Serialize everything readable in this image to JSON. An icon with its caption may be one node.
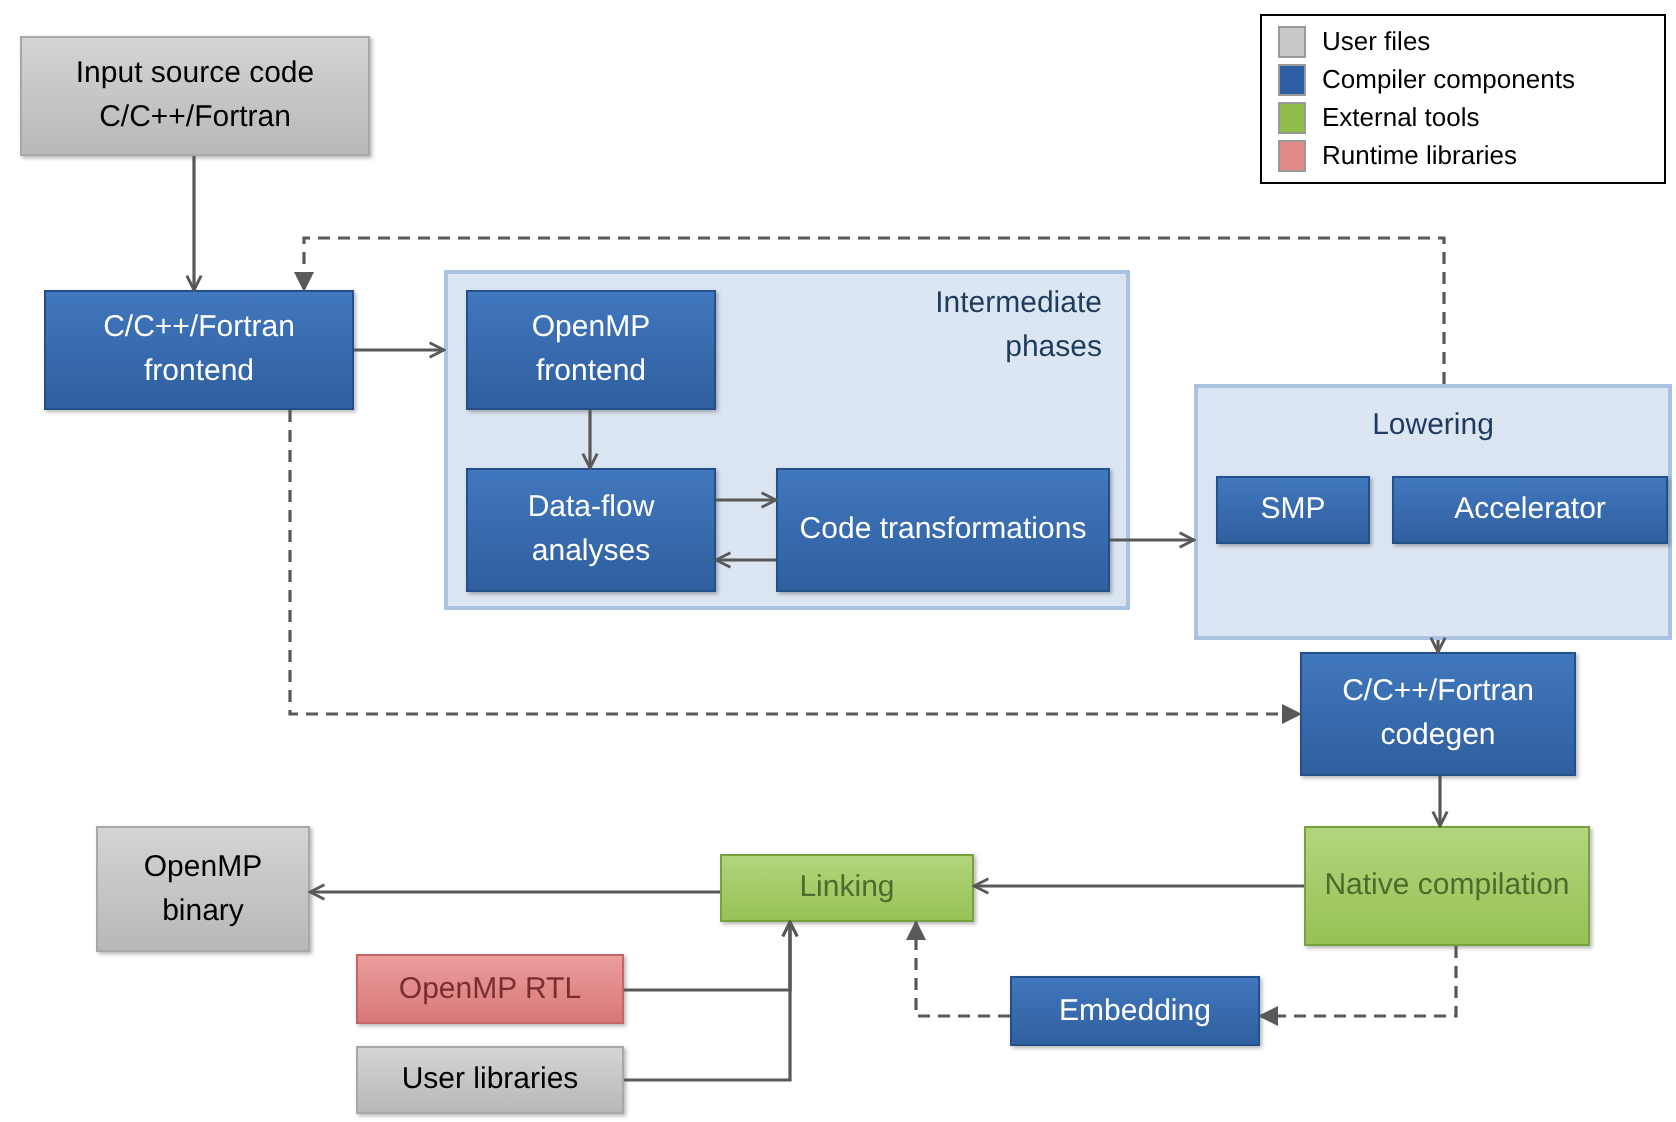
{
  "diagram": {
    "nodes": [
      {
        "text": [
          "Input source code C/C++/Fortran"
        ]
      },
      {
        "text": [
          "C/C++/Fortran frontend"
        ]
      },
      {
        "text": [
          "Intermediate phases"
        ]
      },
      {
        "text": [
          "OpenMP frontend"
        ],
        "in": 2
      },
      {
        "text": [
          "Data-flow analyses"
        ],
        "in": 2
      },
      {
        "text": [
          "Code transformations"
        ],
        "in": 2
      },
      {
        "text": [
          "Lowering"
        ]
      },
      {
        "text": [
          "SMP"
        ],
        "in": 6
      },
      {
        "text": [
          "Accelerator"
        ],
        "in": 6
      },
      {
        "text": [
          "C/C++/Fortran codegen"
        ]
      },
      {
        "text": [
          "Native compilation"
        ]
      },
      {
        "text": [
          "Linking"
        ]
      },
      {
        "text": [
          "OpenMP binary"
        ]
      },
      {
        "text": [
          "OpenMP RTL"
        ]
      },
      {
        "text": [
          "User libraries"
        ]
      },
      {
        "text": [
          "Embedding"
        ]
      }
    ],
    "edges": [
      {
        "from": 0,
        "to": 1,
        "arrow": "to"
      },
      {
        "from": 1,
        "to": 2,
        "arrow": "to"
      },
      {
        "from": 3,
        "to": 4,
        "arrow": "to"
      },
      {
        "from": 4,
        "to": 5,
        "arrow": "to"
      },
      {
        "from": 5,
        "to": 4,
        "arrow": "to"
      },
      {
        "from": 5,
        "to": 6,
        "arrow": "to"
      },
      {
        "from": 6,
        "to": 1,
        "arrow": "to",
        "style": "dashed"
      },
      {
        "from": 6,
        "to": 9,
        "arrow": "to"
      },
      {
        "from": 1,
        "to": 9,
        "arrow": "to",
        "style": "dashed"
      },
      {
        "from": 9,
        "to": 10,
        "arrow": "to"
      },
      {
        "from": 10,
        "to": 11,
        "arrow": "to"
      },
      {
        "from": 11,
        "to": 12,
        "arrow": "to"
      },
      {
        "from": 13,
        "to": 11,
        "arrow": "to"
      },
      {
        "from": 14,
        "to": 11,
        "arrow": "to"
      },
      {
        "from": 10,
        "to": 15,
        "arrow": "to",
        "style": "dashed"
      },
      {
        "from": 15,
        "to": 11,
        "arrow": "to",
        "style": "dashed"
      }
    ],
    "legend": [
      {
        "text": "User files",
        "color": "#c8c8c8"
      },
      {
        "text": "Compiler components",
        "color": "#2e5fa5"
      },
      {
        "text": "External tools",
        "color": "#8fbf4a"
      },
      {
        "text": "Runtime libraries",
        "color": "#e08a8a"
      }
    ]
  }
}
